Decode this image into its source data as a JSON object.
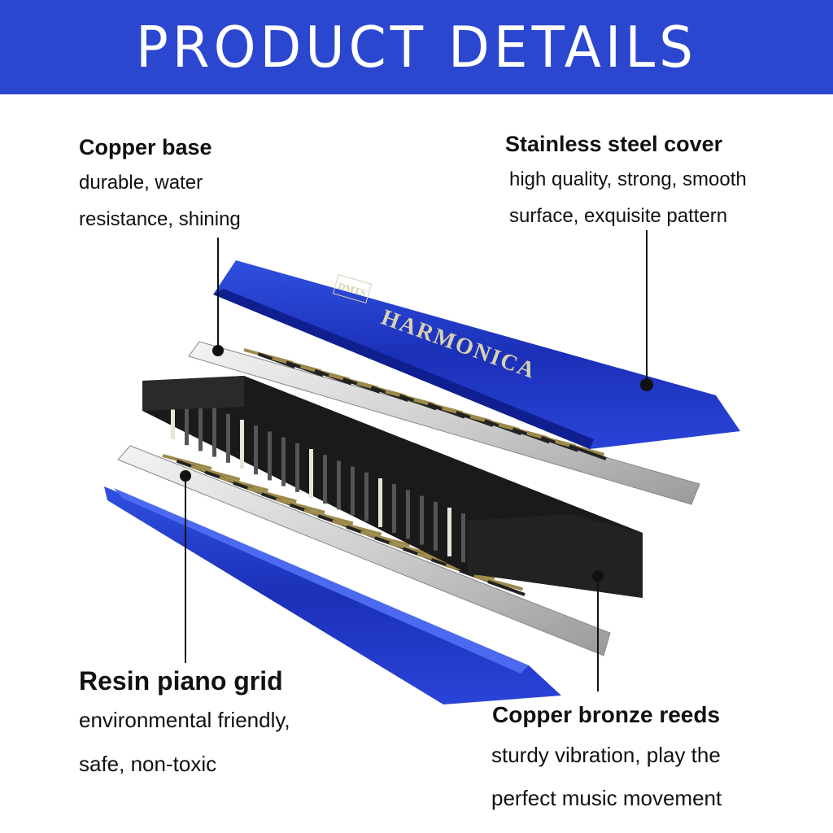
{
  "header": {
    "title": "PRODUCT DETAILS"
  },
  "callouts": {
    "copper_base": {
      "title": "Copper base",
      "lines": [
        "durable, water",
        "resistance, shining"
      ]
    },
    "cover": {
      "title": "Stainless steel cover",
      "lines": [
        "high quality, strong, smooth",
        "surface, exquisite pattern"
      ]
    },
    "resin": {
      "title": "Resin piano grid",
      "lines": [
        "environmental friendly,",
        "safe, non-toxic"
      ]
    },
    "reeds": {
      "title": "Copper bronze reeds",
      "lines": [
        "sturdy vibration, play the",
        "perfect music movement"
      ]
    }
  },
  "product": {
    "brand": "DMTS",
    "name": "HARMONICA"
  },
  "colors": {
    "header": "#2c47cf",
    "cover": "#2239c4"
  }
}
